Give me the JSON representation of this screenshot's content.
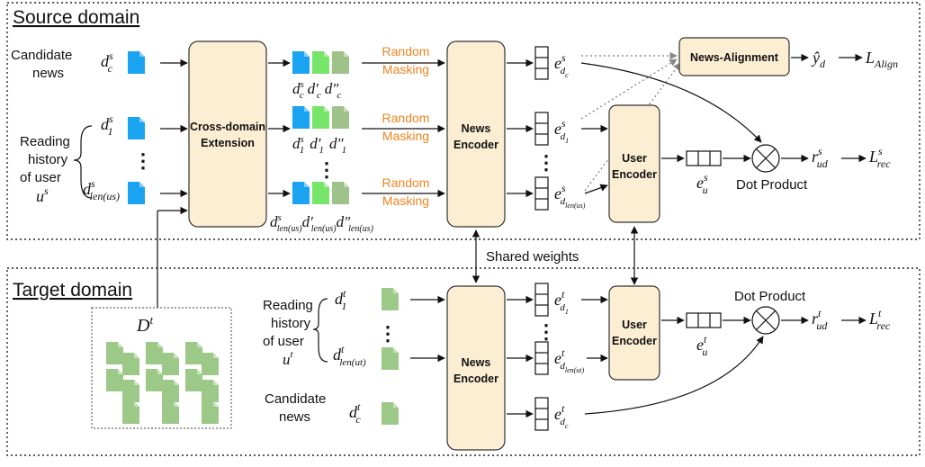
{
  "regions": {
    "source_title": "Source domain",
    "target_title": "Target domain",
    "shared": "Shared weights"
  },
  "source": {
    "candidate_line1": "Candidate",
    "candidate_line2": "news",
    "history_line1": "Reading",
    "history_line2": "history",
    "history_line3": "of user",
    "user_symbol": "u",
    "user_sup": "s",
    "cross_domain_line1": "Cross-domain",
    "cross_domain_line2": "Extension",
    "random_masking_line1": "Random",
    "random_masking_line2": "Masking",
    "news_encoder_line1": "News",
    "news_encoder_line2": "Encoder",
    "user_encoder_line1": "User",
    "user_encoder_line2": "Encoder",
    "news_alignment": "News-Alignment",
    "dot_product": "Dot Product",
    "d_symbol": "d",
    "sup_s": "s",
    "sub_c": "c",
    "sub_1": "1",
    "sub_len": "len(u",
    "sub_len_close": "s)",
    "prime": "′",
    "dprime": "″",
    "e_symbol": "e",
    "sub_dc": "d",
    "sub_u": "u",
    "r_symbol": "r",
    "sub_ud": "ud",
    "L_symbol": "L",
    "sub_align": "Align",
    "sub_rec": "rec",
    "y_hat": "ŷ",
    "sub_d": "d"
  },
  "target": {
    "history_line1": "Reading",
    "history_line2": "history",
    "history_line3": "of user",
    "user_symbol": "u",
    "sup_t": "t",
    "candidate_line1": "Candidate",
    "candidate_line2": "news",
    "corpus_symbol": "D",
    "news_encoder_line1": "News",
    "news_encoder_line2": "Encoder",
    "user_encoder_line1": "User",
    "user_encoder_line2": "Encoder",
    "dot_product": "Dot Product",
    "sub_len_close": "t)"
  },
  "colors": {
    "box_fill": "#fceed3",
    "masking_orange": "#ee8422",
    "doc_blue": "#1aa3f0",
    "doc_lightgreen": "#77e46a",
    "doc_green": "#9fc28a",
    "doc_target_green": "#9cc988"
  }
}
